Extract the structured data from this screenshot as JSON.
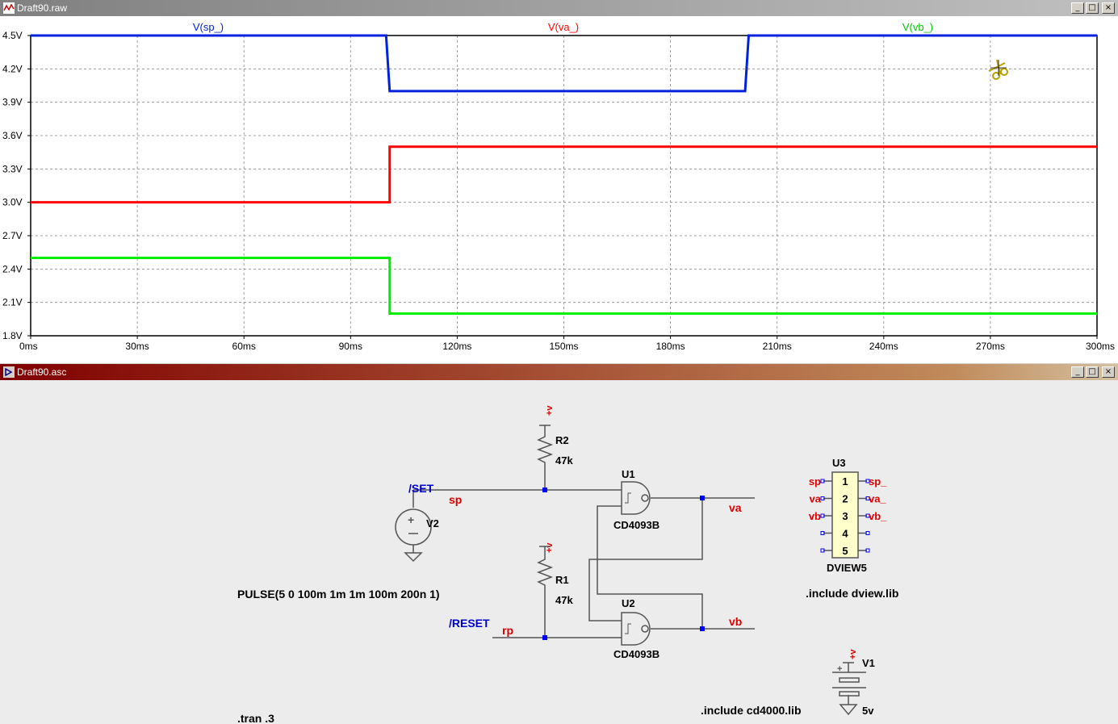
{
  "waveform_window": {
    "title": "Draft90.raw",
    "buttons": [
      "_",
      "□",
      "×"
    ]
  },
  "schematic_window": {
    "title": "Draft90.asc",
    "buttons": [
      "_",
      "□",
      "×"
    ]
  },
  "chart_data": {
    "type": "line",
    "xlabel": "",
    "ylabel": "",
    "xlim": [
      0,
      300
    ],
    "ylim": [
      1.8,
      4.5
    ],
    "x_ticks": [
      "0ms",
      "30ms",
      "60ms",
      "90ms",
      "120ms",
      "150ms",
      "180ms",
      "210ms",
      "240ms",
      "270ms",
      "300ms"
    ],
    "x_tick_values": [
      0,
      30,
      60,
      90,
      120,
      150,
      180,
      210,
      240,
      270,
      300
    ],
    "y_ticks": [
      "4.5V",
      "4.2V",
      "3.9V",
      "3.6V",
      "3.3V",
      "3.0V",
      "2.7V",
      "2.4V",
      "2.1V",
      "1.8V"
    ],
    "y_tick_values": [
      4.5,
      4.2,
      3.9,
      3.6,
      3.3,
      3.0,
      2.7,
      2.4,
      2.1,
      1.8
    ],
    "grid": true,
    "series": [
      {
        "name": "V(sp_)",
        "color": "#0022dd",
        "x": [
          0,
          100,
          101,
          201,
          202,
          300
        ],
        "y": [
          4.5,
          4.5,
          4.0,
          4.0,
          4.5,
          4.5
        ]
      },
      {
        "name": "V(va_)",
        "color": "#ff0000",
        "x": [
          0,
          101,
          101,
          300
        ],
        "y": [
          3.0,
          3.0,
          3.5,
          3.5
        ]
      },
      {
        "name": "V(vb_)",
        "color": "#00ee00",
        "x": [
          0,
          101,
          101,
          300
        ],
        "y": [
          2.5,
          2.5,
          2.0,
          2.0
        ]
      }
    ]
  },
  "schematic": {
    "colors": {
      "wire": "#555555",
      "node_label": "#dd0000",
      "net_label": "#0000cc",
      "junction": "#0000ff",
      "text": "#000000"
    },
    "labels": {
      "set": "/SET",
      "reset": "/RESET",
      "sp": "sp",
      "rp": "rp",
      "va": "va",
      "vb": "vb",
      "r2": "R2",
      "r2_val": "47k",
      "r1": "R1",
      "r1_val": "47k",
      "v2": "V2",
      "v1": "V1",
      "v1_val": "5v",
      "u1": "U1",
      "u2": "U2",
      "u1_part": "CD4093B",
      "u2_part": "CD4093B",
      "u3": "U3",
      "u3_part": "DVIEW5",
      "pulse": "PULSE(5 0 100m 1m 1m 100m 200n 1)",
      "tran": ".tran .3",
      "include_cd4000": ".include cd4000.lib",
      "include_dview": ".include dview.lib",
      "vplus": "+v",
      "plus": "+"
    },
    "u3_pins": [
      "1",
      "2",
      "3",
      "4",
      "5"
    ],
    "u3_left": [
      "sp",
      "va",
      "vb",
      "",
      ""
    ],
    "u3_right": [
      "sp_",
      "va_",
      "vb_",
      "",
      ""
    ]
  }
}
